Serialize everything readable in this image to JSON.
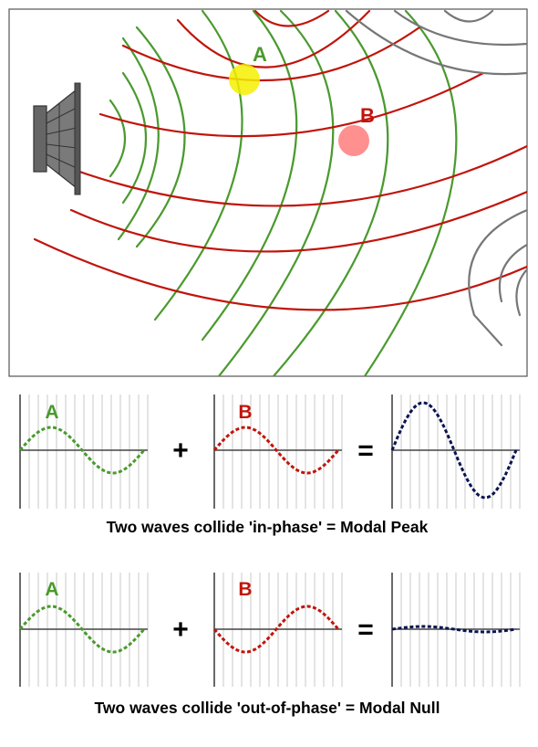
{
  "room": {
    "point_a_label": "A",
    "point_b_label": "B"
  },
  "rows": [
    {
      "wave_a_label": "A",
      "plus": "+",
      "wave_b_label": "B",
      "equals": "=",
      "caption": "Two waves collide 'in-phase' = Modal Peak"
    },
    {
      "wave_a_label": "A",
      "plus": "+",
      "wave_b_label": "B",
      "equals": "=",
      "caption": "Two waves collide 'out-of-phase' = Modal Null"
    }
  ],
  "colors": {
    "green": "#4a9a2e",
    "red": "#c0150c",
    "gray": "#777777",
    "navy": "#0a1450",
    "point_a": "#f5f000",
    "point_b": "#ff7d7d"
  }
}
